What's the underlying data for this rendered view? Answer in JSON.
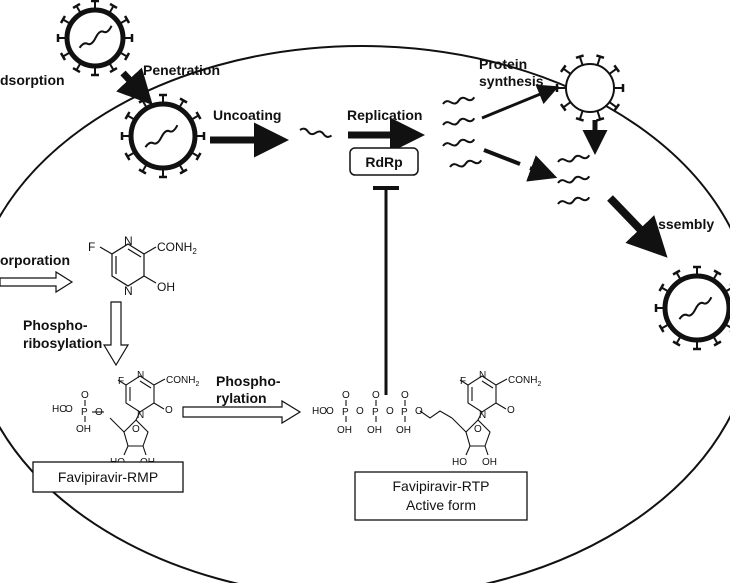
{
  "labels": {
    "adsorption": "dsorption",
    "penetration": "Penetration",
    "uncoating": "Uncoating",
    "replication": "Replication",
    "rdrp": "RdRp",
    "protein_synthesis_1": "Protein",
    "protein_synthesis_2": "synthesis",
    "assembly": "Assembly",
    "incorporation": "orporation",
    "phosphoribosylation_1": "Phospho-",
    "phosphoribosylation_2": "ribosylation",
    "phosphorylation_1": "Phospho-",
    "phosphorylation_2": "rylation"
  },
  "boxes": {
    "rmp": "Favipiravir-RMP",
    "rtp_1": "Favipiravir-RTP",
    "rtp_2": "Active form"
  },
  "chem": {
    "f": "F",
    "n": "N",
    "conh2": "CONH",
    "sub2": "2",
    "oh": "OH",
    "o": "O",
    "p": "P",
    "ho": "HO"
  },
  "colors": {
    "ink": "#111111",
    "background": "#ffffff"
  }
}
